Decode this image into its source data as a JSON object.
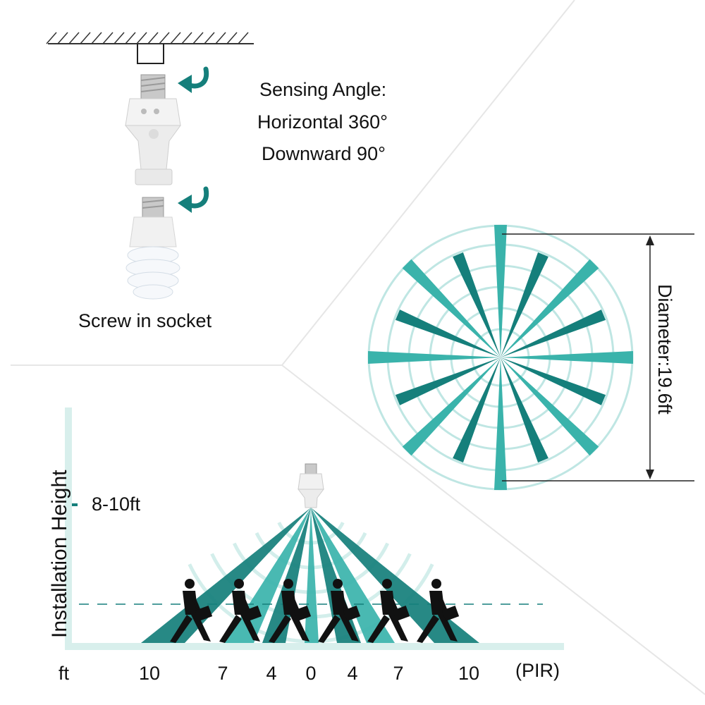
{
  "sensing": {
    "title": "Sensing Angle:",
    "horizontal": "Horizontal 360°",
    "downward": "Downward 90°"
  },
  "install": {
    "caption": "Screw in socket"
  },
  "top_view": {
    "diameter_label": "Diameter:19.6ft"
  },
  "side_view": {
    "axis_y_label": "Installation Height",
    "height_value": "8-10ft",
    "axis_x_unit": "ft",
    "ticks": [
      "10",
      "7",
      "4",
      "0",
      "4",
      "7",
      "10"
    ],
    "sensor_type": "(PIR)"
  },
  "colors": {
    "teal_dark": "#157f7b",
    "teal_mid": "#3ab3ab",
    "teal_light": "#bfe6e3",
    "axis": "#d8efec",
    "ink": "#111111"
  },
  "icons": [
    "ceiling-hatch-icon",
    "socket-adapter-icon",
    "motion-sensor-socket-icon",
    "cfl-bulb-icon",
    "curved-arrow-icon",
    "walking-person-icon"
  ]
}
